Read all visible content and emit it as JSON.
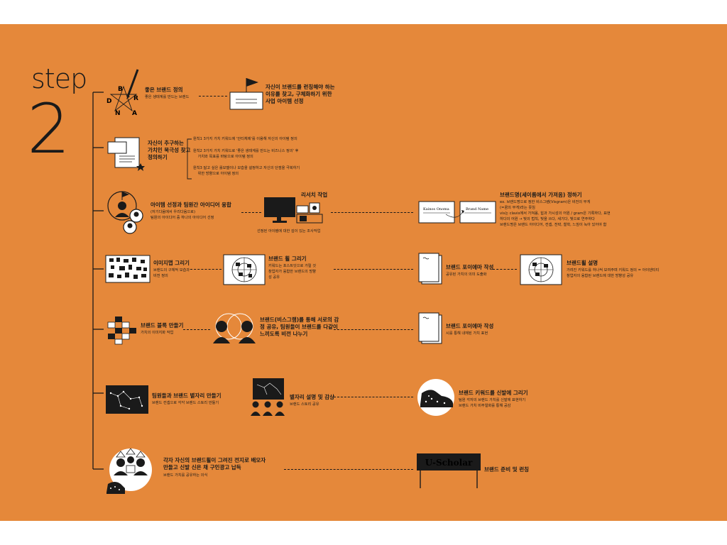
{
  "header": {
    "step_word": "step",
    "step_number": "2"
  },
  "pentagram_letters": [
    "B",
    "R",
    "D",
    "A",
    "N"
  ],
  "row1": {
    "title": "좋은 브랜드 정의",
    "sub": "좋은 생태계를 만드는 브랜드",
    "right_title": "자신이 브랜드를 런칭해야 하는\n이유를 찾고, 구체화하기 위한\n사업 아이템 선정"
  },
  "row2": {
    "title": "자신이 추구하는\n가치인 북극성 찾고\n정의하기",
    "notes": [
      "원칙1 3가지 가치 키워드에 '안티체제'를 이용해 자신의 아이템 정의",
      "원칙2 3가지 가치 키워드로 '좋은 생태계를 만드는 비즈니스 정의' 후\n    가치와 목표를 바탕으로 아이템 정의",
      "원칙3 닮고 싶은 롤모델이나 모습을 설정하고 자신의 단점을 극복하기\n    위한 방향으로 아이템 정의"
    ]
  },
  "row3": {
    "title": "아이템 선정과 팀원간 아이디어 융합",
    "sub": "(자기다움에서 우리다움으로)\n팀원의 아이디어 중 하나의 아이디어 선정",
    "research_title": "리서치 작업",
    "research_sub": "선정된 아이템에 대한 깊이 있는 조사작업",
    "card1": "Kainos Onoma",
    "card2": "Brand Name",
    "naming_title": "브랜드명(세이롬에서 가져옴) 정하기",
    "naming_sub": "ex. 브랜드명으로 정한 비스그램(Visgram)은 비전의 무게\n(=꿈의 무게)라는 뜻임\nvis는 clavis에서 가져옴, 힘과 가시성의 어원 / gram은 기록하다, 표현\n하다의 어원 → 빛의 법칙, 빛을 쓰다, 새기다, 빛으로 연주하다\n브랜드명은 브랜드 아이디어, 컨셉, 전략, 철학, 느낌이 녹아 있어야 함"
  },
  "row4": {
    "title": "이미지맵 그리기",
    "sub": "브랜드의 구체적 모습과\n비전 정의",
    "wheel_title": "브랜드 휠 그리기",
    "wheel_sub": "키워드는 포스트잇으로 가릴 것\n창업자가 융합한 브랜드의 방향\n성 공유",
    "poiema_title": "브랜드 포이에마 작성",
    "poiema_sub": "공유된 가치의 의미 도출화",
    "explain_title": "브랜드휠 설명",
    "explain_sub": "가려진 키워드를 하나씩 보여주며 키워드 정의 = 아이덴티티\n창업자의 융합된 브랜드에 대한 방향성 공유"
  },
  "row5": {
    "title": "브랜드 블록 만들기",
    "sub": "가치의 이미지화 작업",
    "visgram_title": "브랜드(비스그램)를 통해 서로의 감\n정 공유, 팀원들이 브랜드를 다같이\n느끼도록 비전 나누기",
    "poiema2_title": "브랜드 포이에마 작성",
    "poiema2_sub": "시를 통해 내재된 가치 표현"
  },
  "row6": {
    "title": "팀원들과 브랜드 별자리 만들기",
    "sub": "브랜드 컨셉으로 각각 브랜드 스토리 만들기",
    "star_title": "별자리 설명 및 감상",
    "star_sub": "브랜드 스토리 공유",
    "shoe_title": "브랜드 키워드를 신발에 그리기",
    "shoe_sub": "팀원 각자의 브랜드 가치를 신발에 표현하기\n브랜드 가치 비주얼화를 통해 공감"
  },
  "row7": {
    "title": "각자 자신의 브랜드휠이 그려진 전지로 배모자\n만들고 신발 신은 채 구인광고 납득",
    "sub": "브랜드 가치를 공유하는 의식",
    "sign": "U-Scholar",
    "final": "브랜드 준비 및 런칭"
  },
  "colors": {
    "background": "#e5883a",
    "ink": "#1a1a1a",
    "paper": "#ffffff"
  }
}
